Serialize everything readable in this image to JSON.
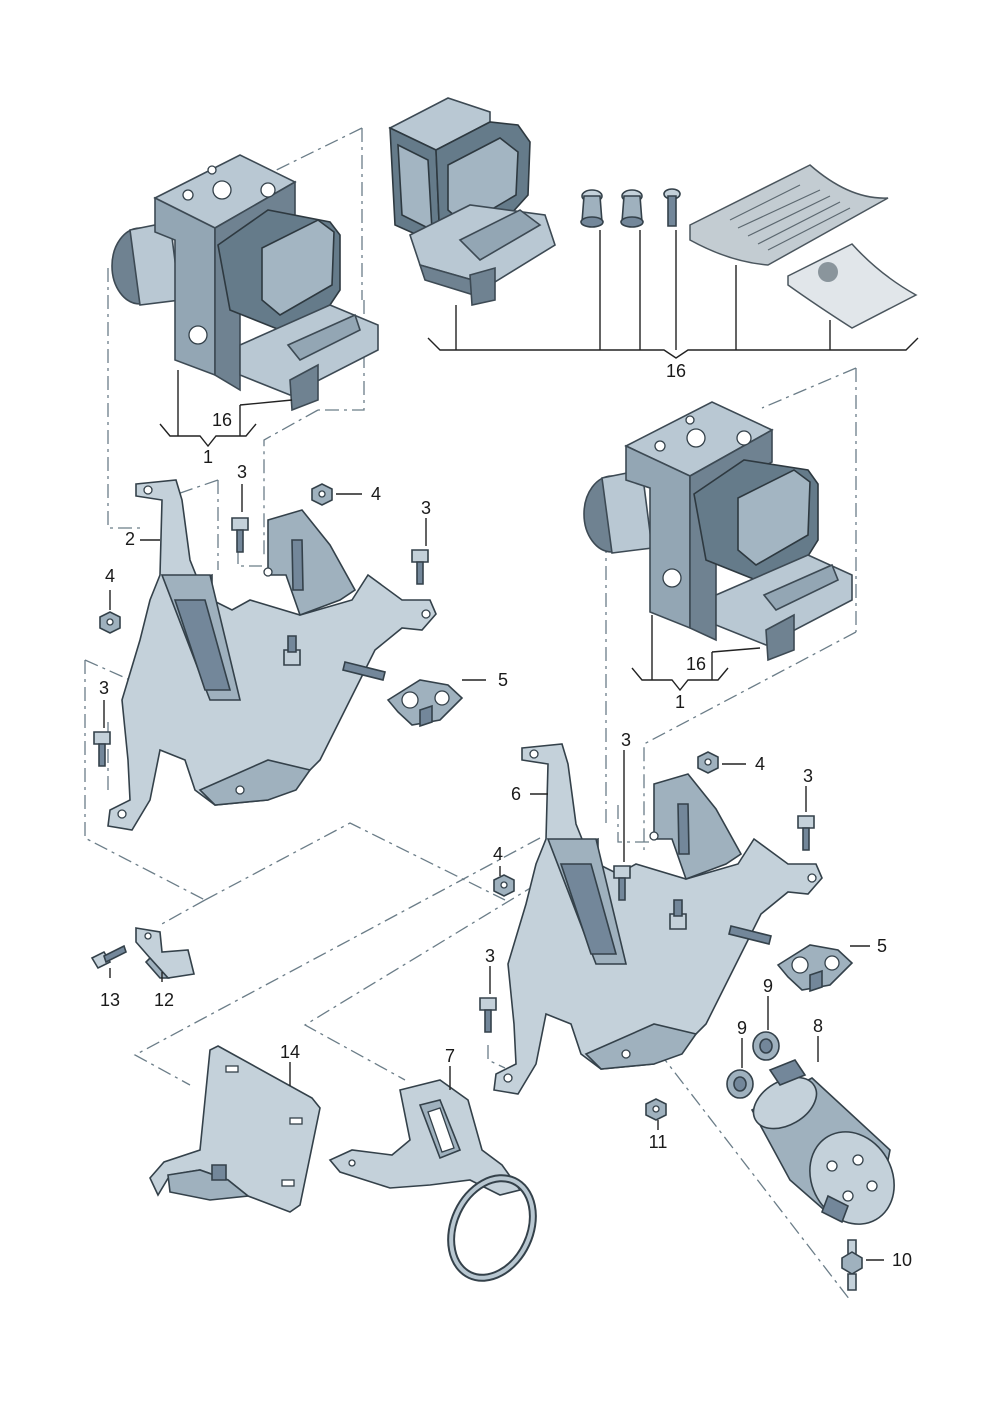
{
  "callouts": {
    "c1_left": "1",
    "c16_left": "16",
    "c16_top": "16",
    "c1_right": "1",
    "c16_right": "16",
    "c3_a": "3",
    "c4_a": "4",
    "c3_b": "3",
    "c2": "2",
    "c4_b": "4",
    "c5_a": "5",
    "c3_c": "3",
    "c3_d": "3",
    "c4_c": "4",
    "c3_e": "3",
    "c6": "6",
    "c4_d": "4",
    "c5_b": "5",
    "c13": "13",
    "c12": "12",
    "c3_f": "3",
    "c9_a": "9",
    "c9_b": "9",
    "c8": "8",
    "c14": "14",
    "c7": "7",
    "c11": "11",
    "c10": "10"
  },
  "icons": [
    "hydraulic-unit-left",
    "hydraulic-unit-top",
    "hydraulic-unit-right",
    "bracket-left",
    "bracket-right",
    "bolt",
    "nut",
    "cable-clip",
    "holder-plate",
    "shield-plate",
    "pump-clamp-bracket",
    "pump",
    "grommet",
    "stud",
    "documents"
  ]
}
